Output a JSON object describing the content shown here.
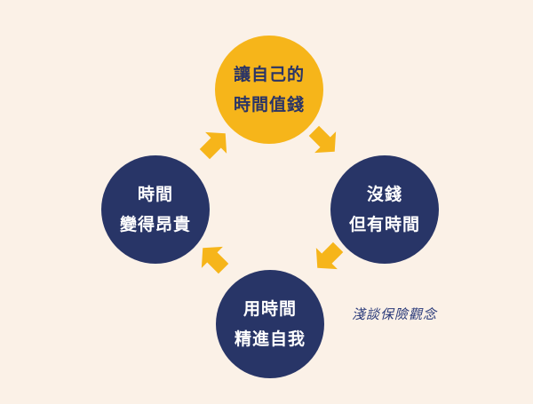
{
  "colors": {
    "background": "#fbf1e7",
    "highlight": "#f6b51a",
    "node": "#283567",
    "arrow": "#f6b51a"
  },
  "cycle": {
    "top": {
      "line1": "讓自己的",
      "line2": "時間值錢"
    },
    "right": {
      "line1": "沒錢",
      "line2": "但有時間"
    },
    "bottom": {
      "line1": "用時間",
      "line2": "精進自我"
    },
    "left": {
      "line1": "時間",
      "line2": "變得昂貴"
    }
  },
  "caption": "淺談保險觀念",
  "arrow_icon": "thick-arrow-icon"
}
